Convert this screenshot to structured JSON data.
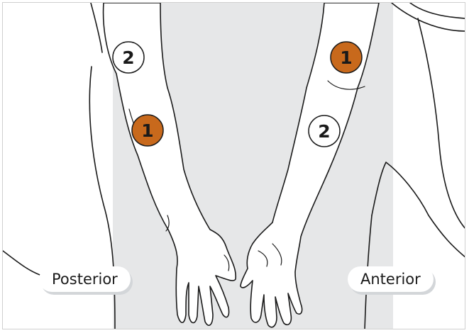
{
  "colors": {
    "background_panel": "#e6e7e8",
    "skin_fill": "#ffffff",
    "outline": "#1a1a1a",
    "primary_marker": "#c8691c",
    "secondary_marker": "#ffffff"
  },
  "labels": {
    "posterior": "Posterior",
    "anterior": "Anterior"
  },
  "markers": {
    "posterior_upper": "2",
    "posterior_lower": "1",
    "anterior_upper": "1",
    "anterior_lower": "2"
  }
}
